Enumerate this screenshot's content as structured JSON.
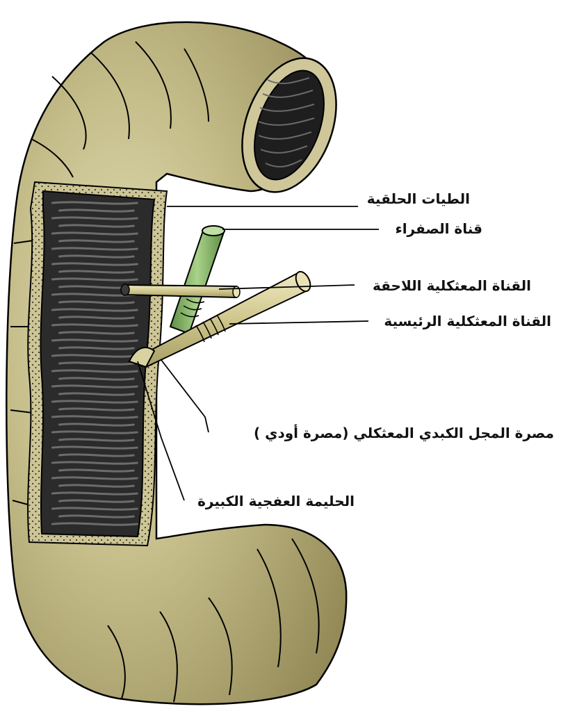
{
  "labels": {
    "circular_folds": "الطيات الحلقية",
    "bile_duct": "قناة الصفراء",
    "accessory_pancreatic_duct": "القناة المعثكلية اللاحقة",
    "main_pancreatic_duct": "القناة المعثكلية الرئيسية",
    "sphincter_of_oddi": "مصرة المجل الكبدي المعثكلي (مصرة أودي )",
    "major_duodenal_papilla": "الحليمة العفجية الكبيرة"
  },
  "colors": {
    "duodenum_wall": "#b5ad7a",
    "mucosa": "#2b2b2b",
    "bile_duct": "#8cb86f",
    "pancreatic_duct": "#d6cf98",
    "outline": "#000000"
  }
}
